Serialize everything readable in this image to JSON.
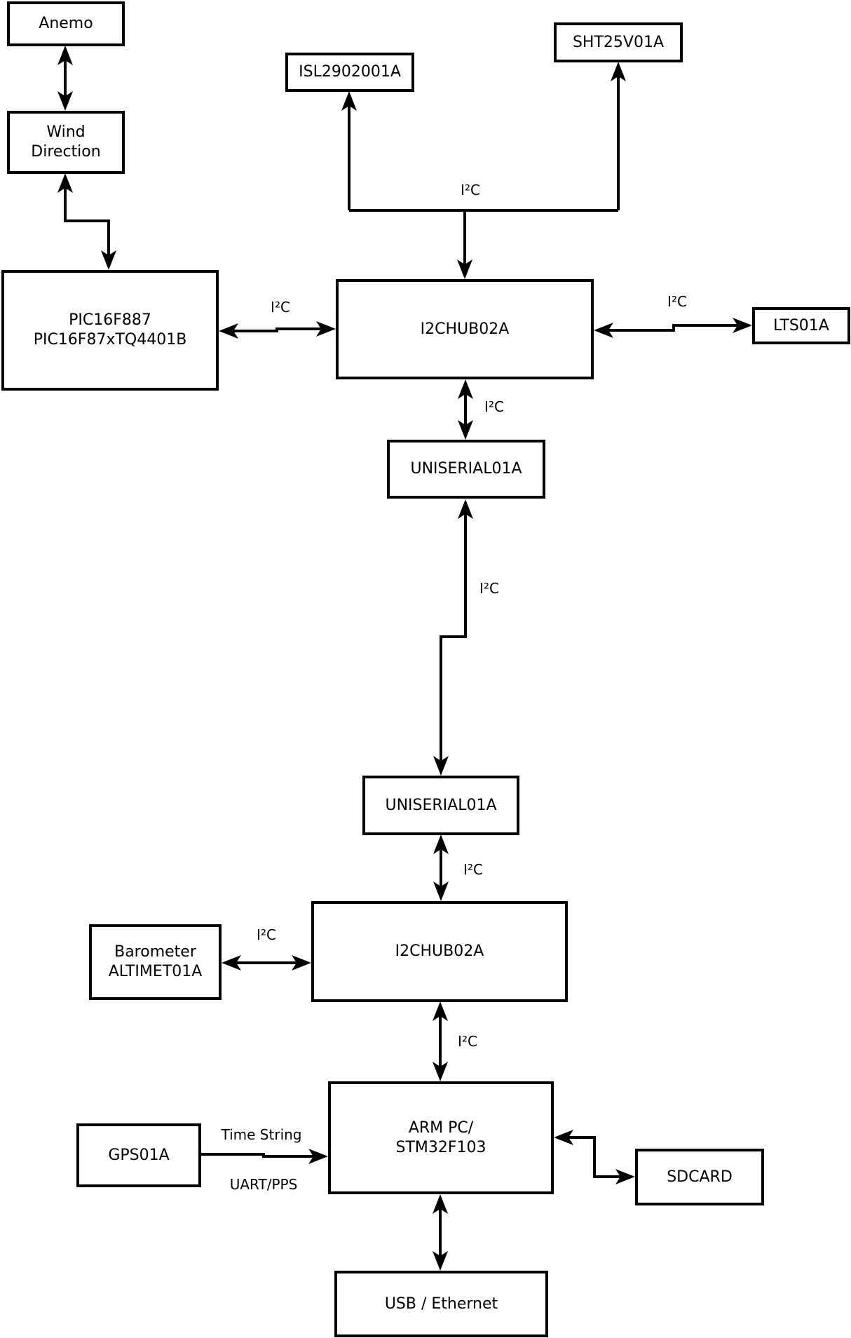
{
  "diagram": {
    "colors": {
      "line": "#000000",
      "background": "#ffffff",
      "node_fill": "#ffffff"
    },
    "labels": {
      "i2c": "I²C",
      "time_string": "Time String",
      "uart_pps": "UART/PPS"
    },
    "nodes": {
      "anemo": {
        "line1": "Anemo"
      },
      "wind_direction": {
        "line1": "Wind",
        "line2": "Direction"
      },
      "isl": {
        "line1": "ISL2902001A"
      },
      "sht": {
        "line1": "SHT25V01A"
      },
      "pic": {
        "line1": "PIC16F887",
        "line2": "PIC16F87xTQ4401B"
      },
      "hub1": {
        "line1": "I2CHUB02A"
      },
      "lts": {
        "line1": "LTS01A"
      },
      "uniserial1": {
        "line1": "UNISERIAL01A"
      },
      "uniserial2": {
        "line1": "UNISERIAL01A"
      },
      "hub2": {
        "line1": "I2CHUB02A"
      },
      "barometer": {
        "line1": "Barometer",
        "line2": "ALTIMET01A"
      },
      "gps": {
        "line1": "GPS01A"
      },
      "arm": {
        "line1": "ARM PC/",
        "line2": "STM32F103"
      },
      "sdcard": {
        "line1": "SDCARD"
      },
      "usb": {
        "line1": "USB / Ethernet"
      }
    },
    "edges": [
      {
        "a": "anemo",
        "b": "wind_direction",
        "label": "",
        "arrows": "both"
      },
      {
        "a": "wind_direction",
        "b": "pic",
        "label": "",
        "arrows": "both"
      },
      {
        "a": "hub1",
        "b": "isl",
        "label": "I²C",
        "arrows": "a_to_b"
      },
      {
        "a": "hub1",
        "b": "sht",
        "label": "I²C",
        "arrows": "a_to_b"
      },
      {
        "a": "pic",
        "b": "hub1",
        "label": "I²C",
        "arrows": "both"
      },
      {
        "a": "hub1",
        "b": "lts",
        "label": "I²C",
        "arrows": "both"
      },
      {
        "a": "hub1",
        "b": "uniserial1",
        "label": "I²C",
        "arrows": "both"
      },
      {
        "a": "uniserial1",
        "b": "uniserial2",
        "label": "I²C",
        "arrows": "both"
      },
      {
        "a": "uniserial2",
        "b": "hub2",
        "label": "I²C",
        "arrows": "both"
      },
      {
        "a": "barometer",
        "b": "hub2",
        "label": "I²C",
        "arrows": "both"
      },
      {
        "a": "hub2",
        "b": "arm",
        "label": "I²C",
        "arrows": "both"
      },
      {
        "a": "gps",
        "b": "arm",
        "label": "Time String / UART/PPS",
        "arrows": "a_to_b"
      },
      {
        "a": "arm",
        "b": "sdcard",
        "label": "",
        "arrows": "both"
      },
      {
        "a": "arm",
        "b": "usb",
        "label": "",
        "arrows": "both"
      }
    ]
  }
}
